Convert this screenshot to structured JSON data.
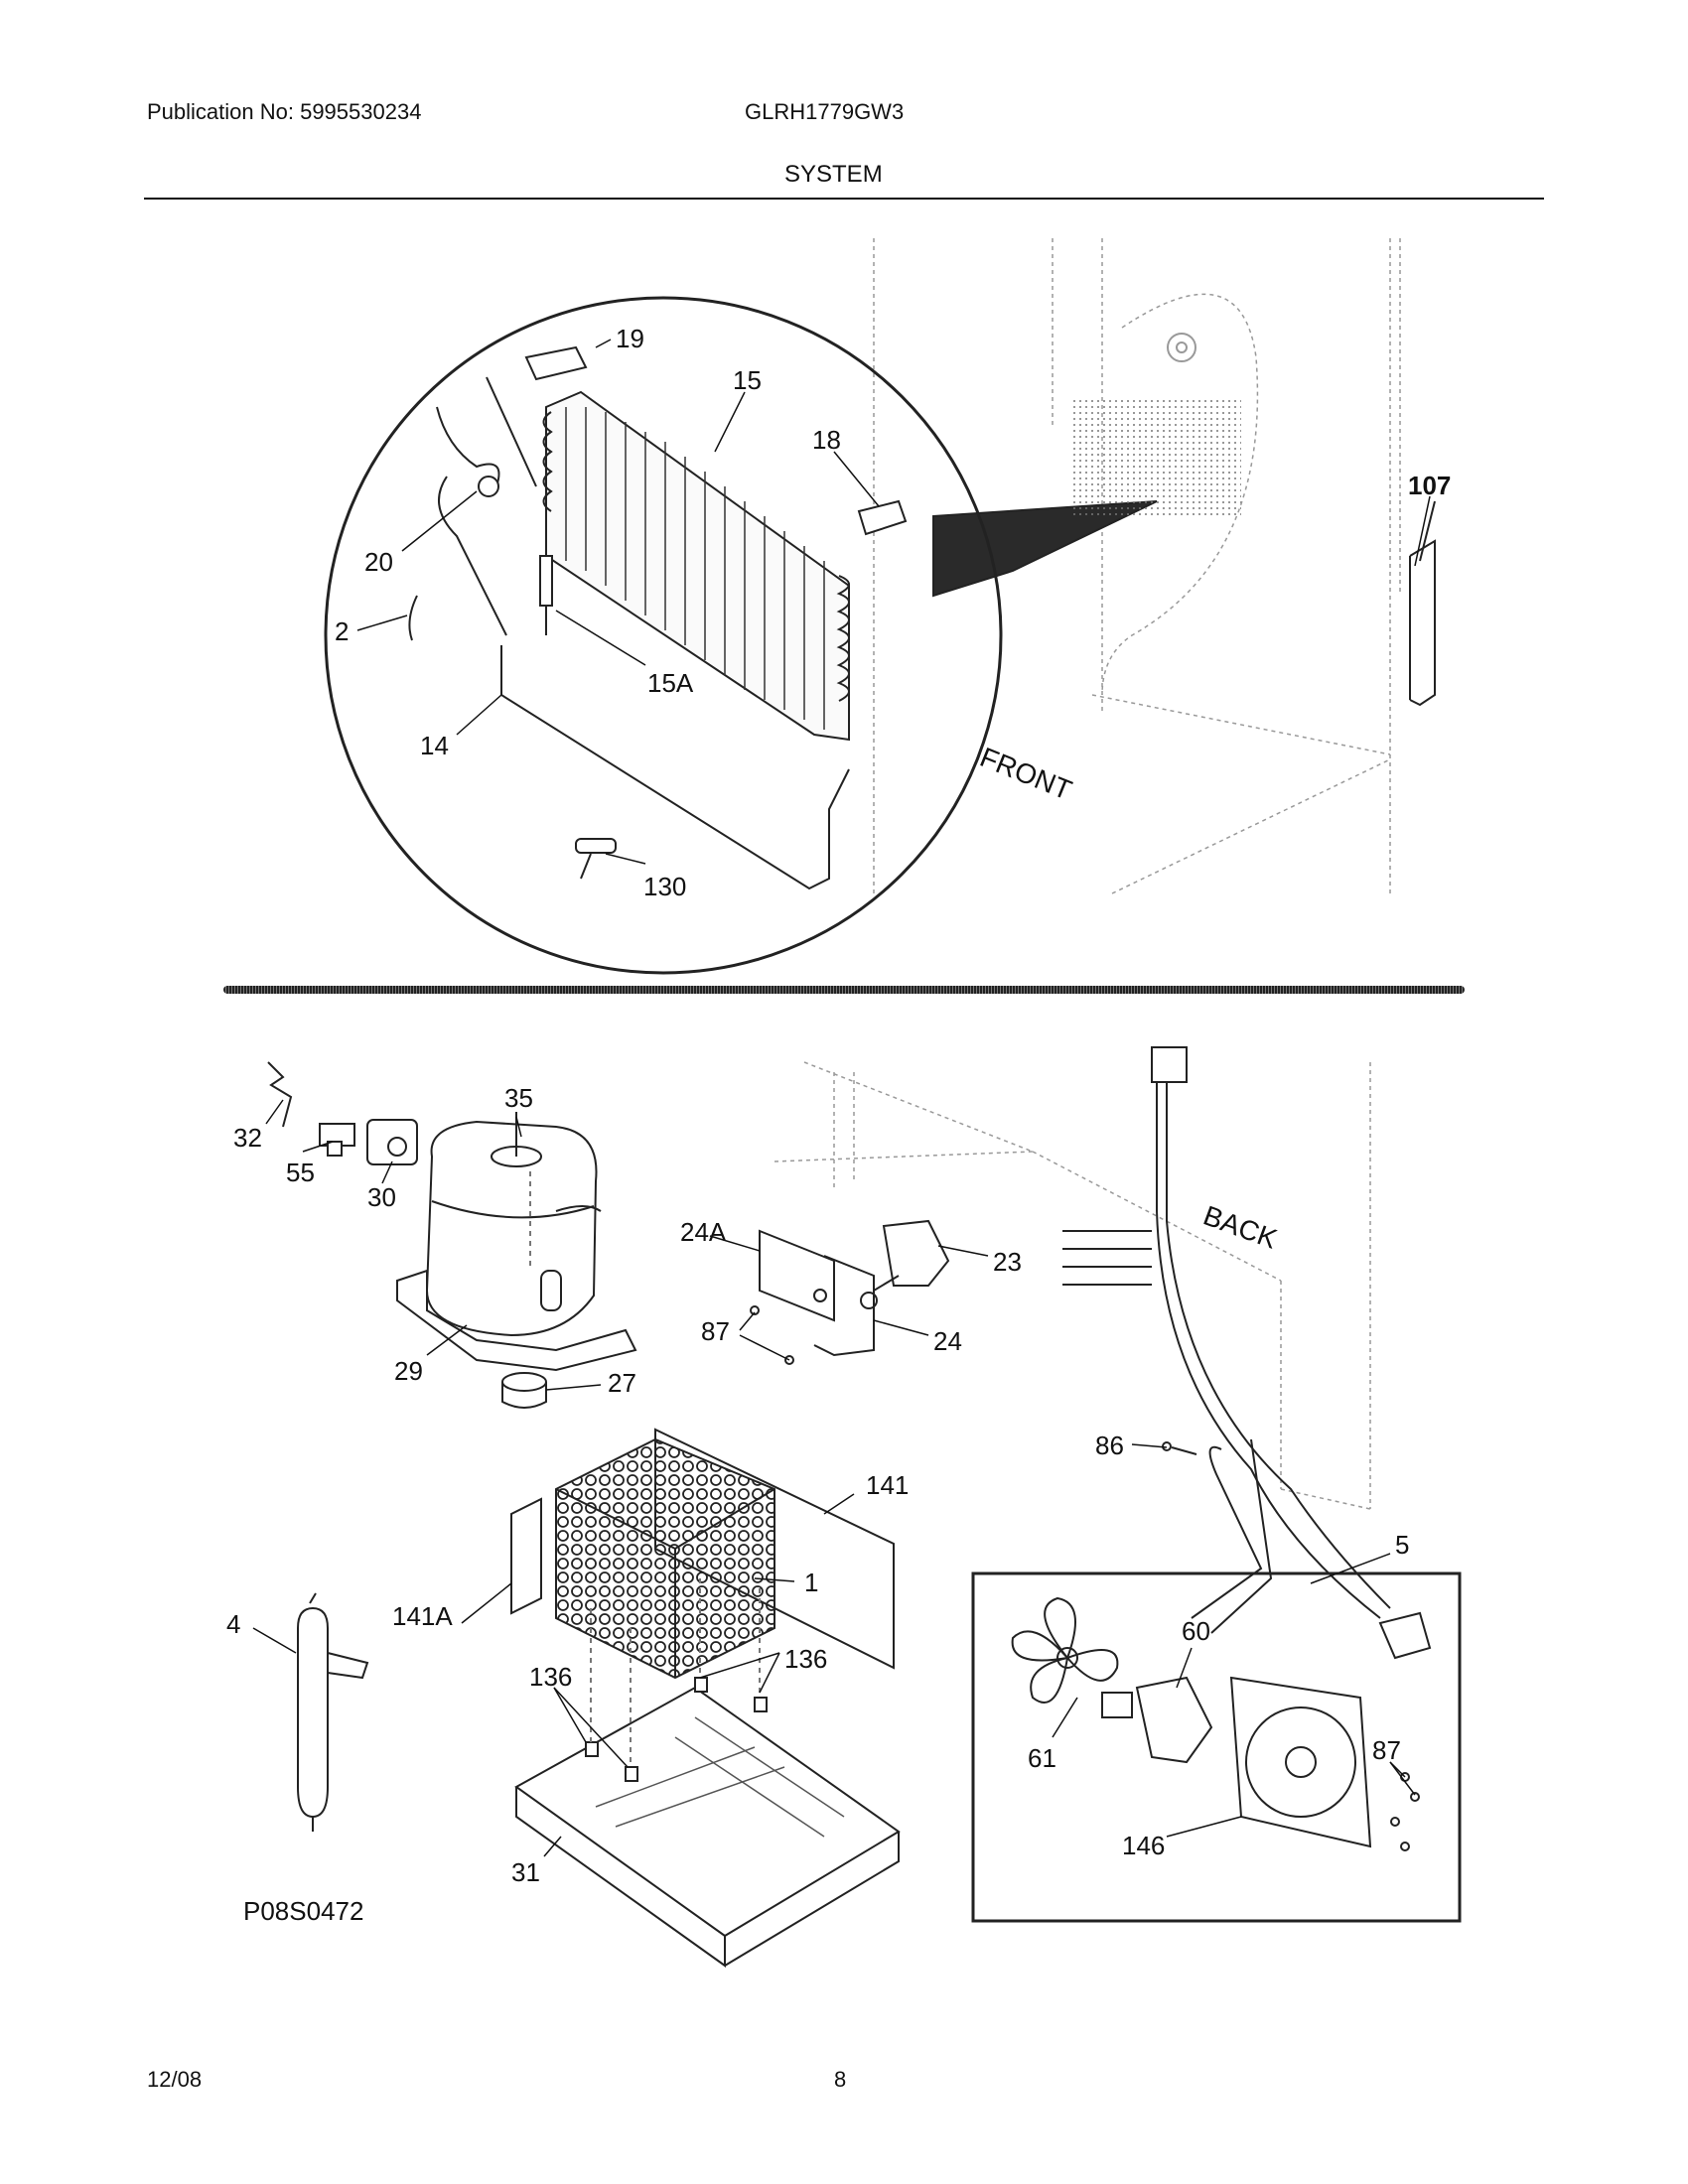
{
  "header": {
    "publication": "Publication No: 5995530234",
    "model": "GLRH1779GW3",
    "section": "SYSTEM"
  },
  "diagram": {
    "direction_labels": {
      "front": "FRONT",
      "back": "BACK"
    },
    "drawing_code": "P08S0472",
    "callouts": [
      "19",
      "15",
      "18",
      "107",
      "20",
      "2",
      "15A",
      "14",
      "130",
      "32",
      "35",
      "55",
      "30",
      "24A",
      "23",
      "87",
      "24",
      "29",
      "27",
      "86",
      "141",
      "1",
      "141A",
      "5",
      "4",
      "136",
      "136",
      "60",
      "61",
      "87",
      "146",
      "31"
    ]
  },
  "footer": {
    "date": "12/08",
    "page": "8"
  }
}
